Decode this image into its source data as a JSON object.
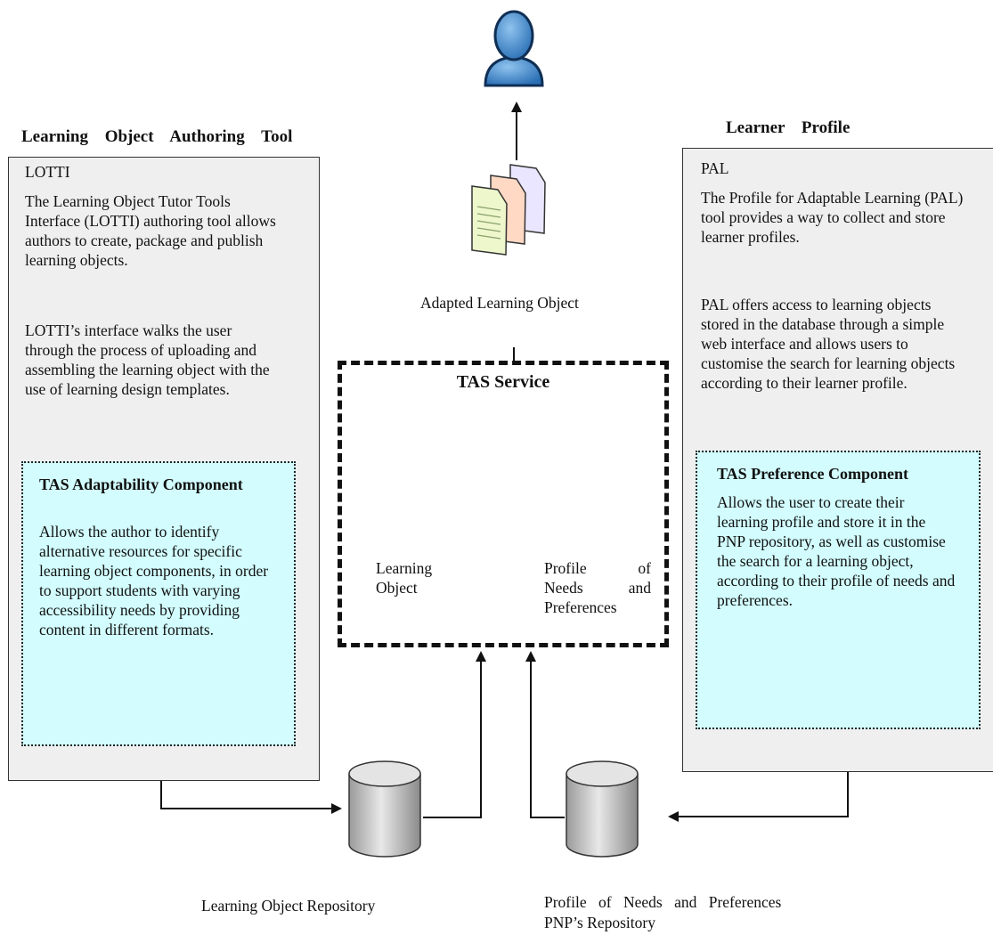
{
  "left_heading": "Learning Object Authoring Tool",
  "right_heading": "Learner Profile",
  "left_panel": {
    "name": "LOTTI",
    "desc1": "The Learning Object Tutor Tools Interface (LOTTI) authoring tool allows authors to create, package and publish learning objects.",
    "desc2": "LOTTI’s interface walks the user through the process of uploading and assembling the learning object with the use of learning design templates.",
    "component_title": "TAS Adaptability Component",
    "component_text": "Allows the author to identify alternative resources for specific learning object components, in order to support students with varying accessibility needs by providing content in different formats."
  },
  "right_panel": {
    "name": "PAL",
    "desc1": "The Profile for Adaptable Learning (PAL) tool provides a way to collect and store learner profiles.",
    "desc2": "PAL offers access to learning objects stored in the database through a simple web interface and allows users to customise the search for learning objects according to their learner profile.",
    "component_title": "TAS Preference Component",
    "component_text": "Allows the user to create their learning profile and store it in the PNP repository, as well as customise the search for a learning object, according to their profile of needs and preferences."
  },
  "adapted_label": "Adapted Learning Object",
  "tas_service": {
    "title": "TAS Service",
    "lo_label_line1": "Learning",
    "lo_label_line2": "Object",
    "pnp_label_line1_a": "Profile",
    "pnp_label_line1_b": "of",
    "pnp_label_line2_a": "Needs",
    "pnp_label_line2_b": "and",
    "pnp_label_line3": "Preferences"
  },
  "lo_repository_label": "Learning Object Repository",
  "pnp_repository_label_line1": "Profile of Needs and Preferences",
  "pnp_repository_label_line2": "PNP’s Repository",
  "colors": {
    "panel_bg": "#efefef",
    "component_bg": "#d2fcfd",
    "user_icon": "#3b7fc4"
  }
}
